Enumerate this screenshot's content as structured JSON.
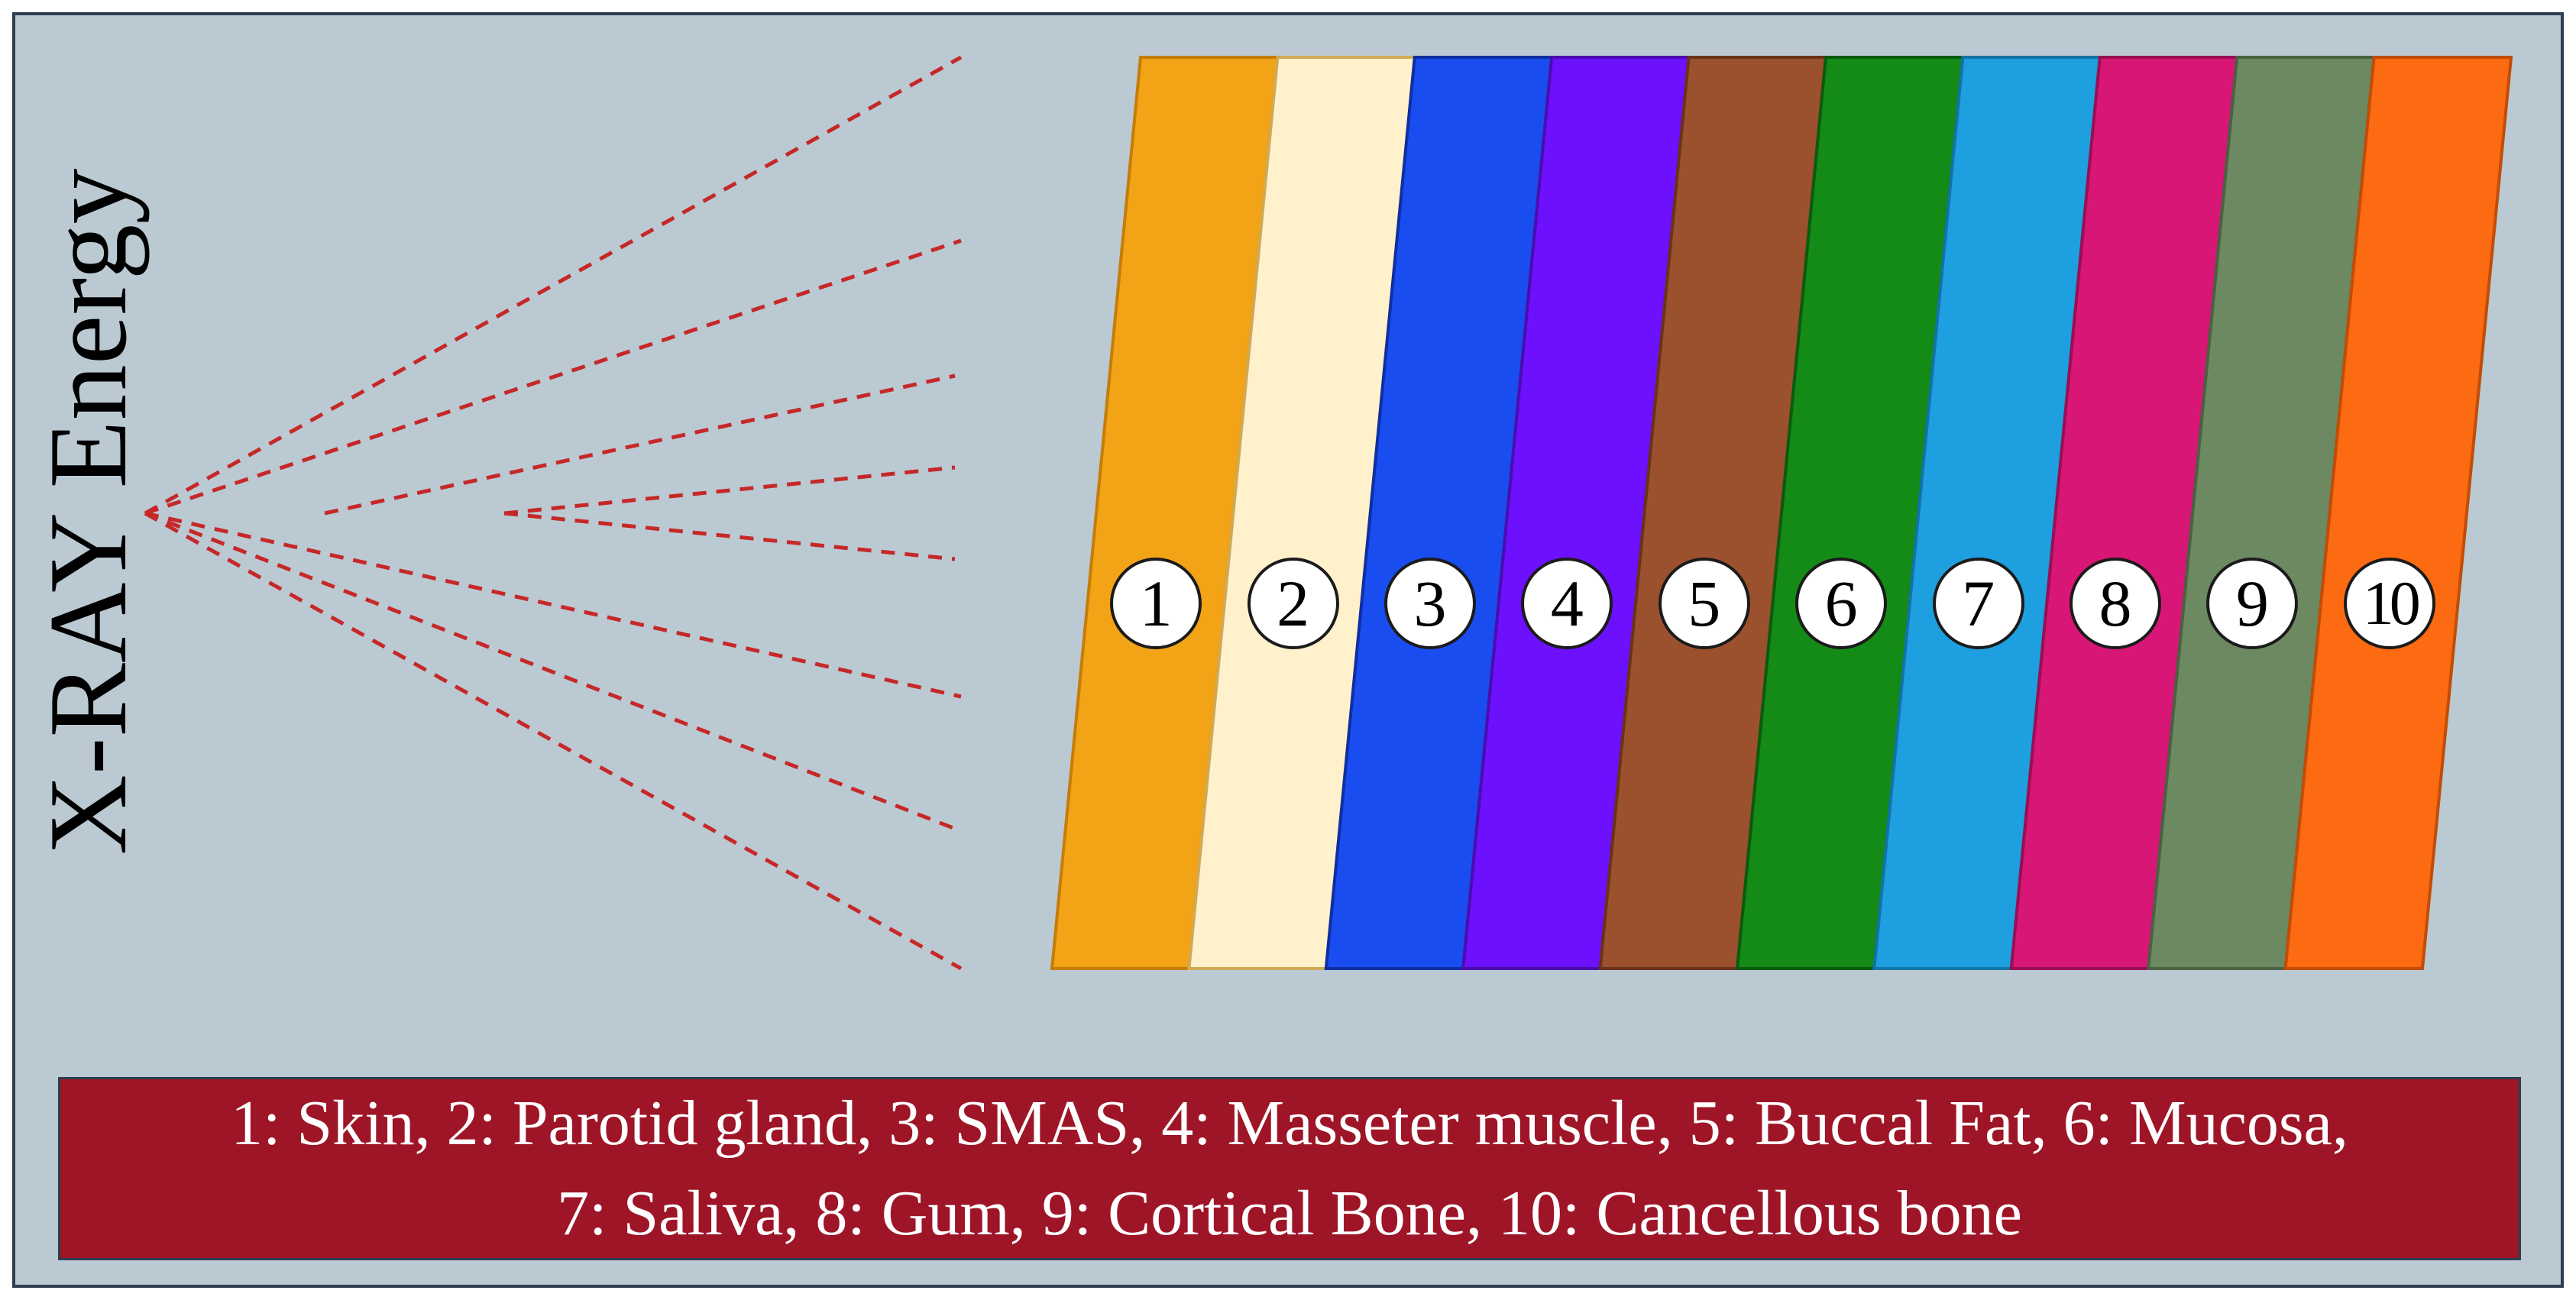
{
  "figure": {
    "axis_title": "X-RAY Energy",
    "background_color": "#bbc9d2",
    "beam_color": "#c62828",
    "legend_background_color": "#9e1527"
  },
  "layers": [
    {
      "number": "1",
      "name": "Skin",
      "fill": "#f2a316",
      "stroke": "#c47d0a"
    },
    {
      "number": "2",
      "name": "Parotid gland",
      "fill": "#fff1cc",
      "stroke": "#d2aa55"
    },
    {
      "number": "3",
      "name": "SMAS",
      "fill": "#1a4df0",
      "stroke": "#0f2fa3"
    },
    {
      "number": "4",
      "name": "Masseter muscle",
      "fill": "#6d10fe",
      "stroke": "#4b0cb0"
    },
    {
      "number": "5",
      "name": "Buccal Fat",
      "fill": "#9b512d",
      "stroke": "#6a3219"
    },
    {
      "number": "6",
      "name": "Mucosa",
      "fill": "#148a17",
      "stroke": "#0c5a0e"
    },
    {
      "number": "7",
      "name": "Saliva",
      "fill": "#1e9fe0",
      "stroke": "#1274a6"
    },
    {
      "number": "8",
      "name": "Gum",
      "fill": "#d81675",
      "stroke": "#9a0f53"
    },
    {
      "number": "9",
      "name": "Cortical Bone",
      "fill": "#6c8962",
      "stroke": "#4a6142"
    },
    {
      "number": "10",
      "name": "Cancellous bone",
      "fill": "#fc6a12",
      "stroke": "#c04d08"
    }
  ],
  "legend": {
    "line1": "1: Skin, 2: Parotid gland, 3: SMAS, 4: Masseter muscle, 5: Buccal Fat, 6: Mucosa,",
    "line2": "7: Saliva, 8: Gum, 9: Cortical Bone, 10: Cancellous bone"
  }
}
